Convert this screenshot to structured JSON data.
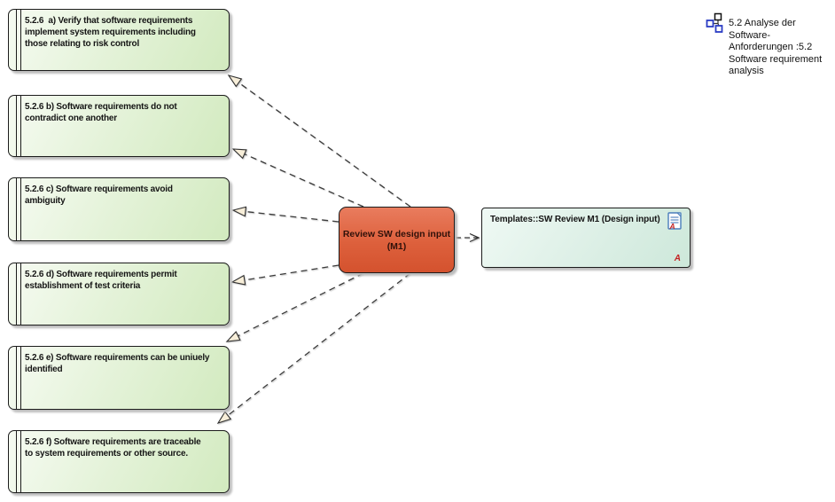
{
  "colors": {
    "requirement_fill": "#e5f3da",
    "activity_fill": "#dd603c",
    "artifact_fill": "#def0e7",
    "arrowhead_fill": "#f7eed9",
    "marker_red": "#c42222",
    "icon_blue": "#2a3cc4"
  },
  "requirements": [
    {
      "id": "a",
      "text": "5.2.6  a) Verify that software requirements\nimplement system requirements including\nthose relating to risk control"
    },
    {
      "id": "b",
      "text": "5.2.6 b) Software requirements do not\ncontradict one another"
    },
    {
      "id": "c",
      "text": "5.2.6 c) Software requirements avoid\nambiguity"
    },
    {
      "id": "d",
      "text": "5.2.6 d) Software requirements permit\nestablishment of test criteria"
    },
    {
      "id": "e",
      "text": "5.2.6 e) Software requirements can be uniuely\nidentified"
    },
    {
      "id": "f",
      "text": "5.2.6 f) Software requirements are traceable\nto system requirements or other source."
    }
  ],
  "activity": {
    "label": "Review SW design input\n(M1)"
  },
  "artifact": {
    "label": "Templates::SW Review M1 (Design input)",
    "corner_marker": "A",
    "icon_marker": "A"
  },
  "legend": {
    "label": "5.2 Analyse der\nSoftware-\nAnforderungen :5.2\nSoftware requirement\nanalysis"
  }
}
